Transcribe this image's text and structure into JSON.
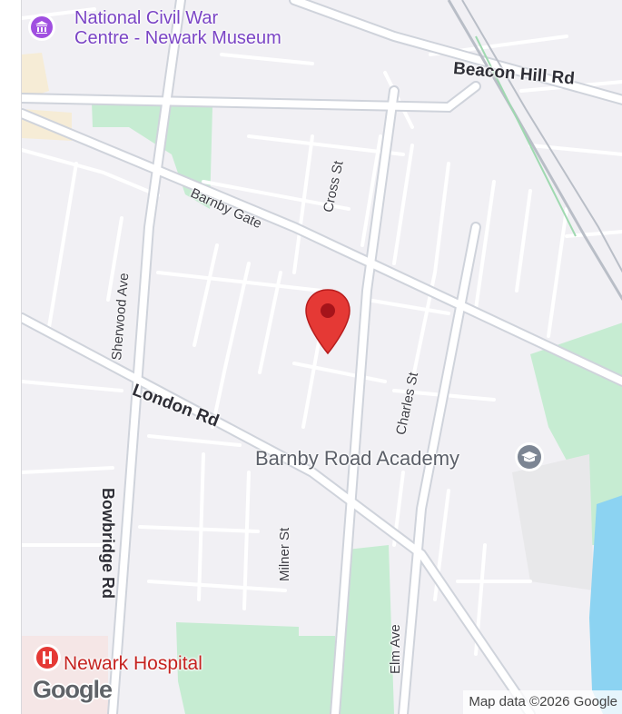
{
  "map": {
    "labels": {
      "museum": [
        "National Civil War",
        "Centre - Newark Museum"
      ],
      "beacon_hill_rd": "Beacon Hill Rd",
      "cross_st": "Cross St",
      "barnby_gate": "Barnby Gate",
      "sherwood_ave": "Sherwood Ave",
      "charles_st": "Charles St",
      "london_rd": "London Rd",
      "barnby_road_academy": "Barnby Road Academy",
      "bowbridge_rd": "Bowbridge Rd",
      "milner_st": "Milner St",
      "elm_ave": "Elm Ave",
      "newark_hospital": "Newark Hospital"
    },
    "icons": {
      "museum": "museum-icon",
      "school": "graduation-cap-icon",
      "hospital": "hospital-icon",
      "pin": "map-pin-icon"
    },
    "colors": {
      "land": "#f1f0f4",
      "park": "#c6ecd2",
      "water": "#8cd3f2",
      "road": "#ffffff",
      "road_edge": "#cfd3db",
      "pin": "#e53935",
      "museum": "#a04fe0",
      "school": "#7c8593",
      "hospital": "#e53935"
    },
    "logo": "Google",
    "attribution": "Map data ©2026 Google"
  }
}
